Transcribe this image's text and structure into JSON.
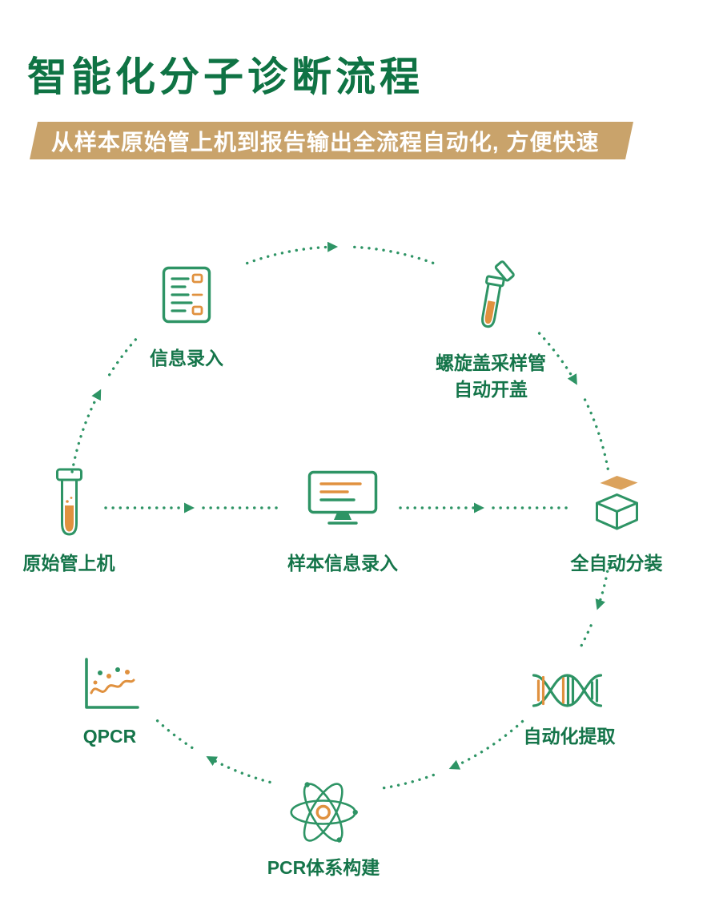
{
  "title": "智能化分子诊断流程",
  "banner": {
    "text": "从样本原始管上机到报告输出全流程自动化, 方便快速"
  },
  "nodes": {
    "info_entry": {
      "label": "信息录入"
    },
    "screw_cap": {
      "line1": "螺旋盖采样管",
      "line2": "自动开盖"
    },
    "tube_loading": {
      "label": "原始管上机"
    },
    "sample_info": {
      "label": "样本信息录入"
    },
    "auto_dispensing": {
      "label": "全自动分装"
    },
    "auto_extraction": {
      "label": "自动化提取"
    },
    "pcr_build": {
      "label": "PCR体系构建"
    },
    "qpcr": {
      "label": "QPCR"
    }
  },
  "colors": {
    "title_green": "#0f7344",
    "label_green": "#15754a",
    "line_green": "#2e9465",
    "accent_orange": "#e0913f",
    "banner_bg": "#c9a36b",
    "banner_text": "#ffffff",
    "lid_tan": "#dba25c"
  }
}
